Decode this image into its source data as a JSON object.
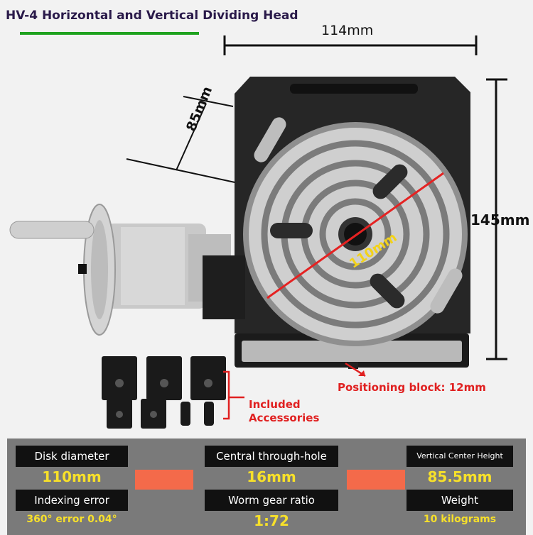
{
  "title": "HV-4 Horizontal and Vertical Dividing Head",
  "dimensions": {
    "width": "114mm",
    "height": "145mm",
    "center": "85mm",
    "disk": "110mm"
  },
  "annotations": {
    "positioning_block": "Positioning block: 12mm",
    "accessories_line1": "Included",
    "accessories_line2": "Accessories"
  },
  "specs": [
    {
      "label": "Disk diameter",
      "value": "110mm"
    },
    {
      "label": "Central through-hole",
      "value": "16mm"
    },
    {
      "label": "Vertical Center Height",
      "value": "85.5mm"
    },
    {
      "label": "Indexing error",
      "value": "360° error 0.04°"
    },
    {
      "label": "Worm gear ratio",
      "value": "1:72"
    },
    {
      "label": "Weight",
      "value": "10 kilograms"
    }
  ],
  "colors": {
    "title_underline": "#1fa21f",
    "annotation_red": "#e02020",
    "spec_value": "#f7e02a",
    "spec_accent": "#f46a4a"
  }
}
